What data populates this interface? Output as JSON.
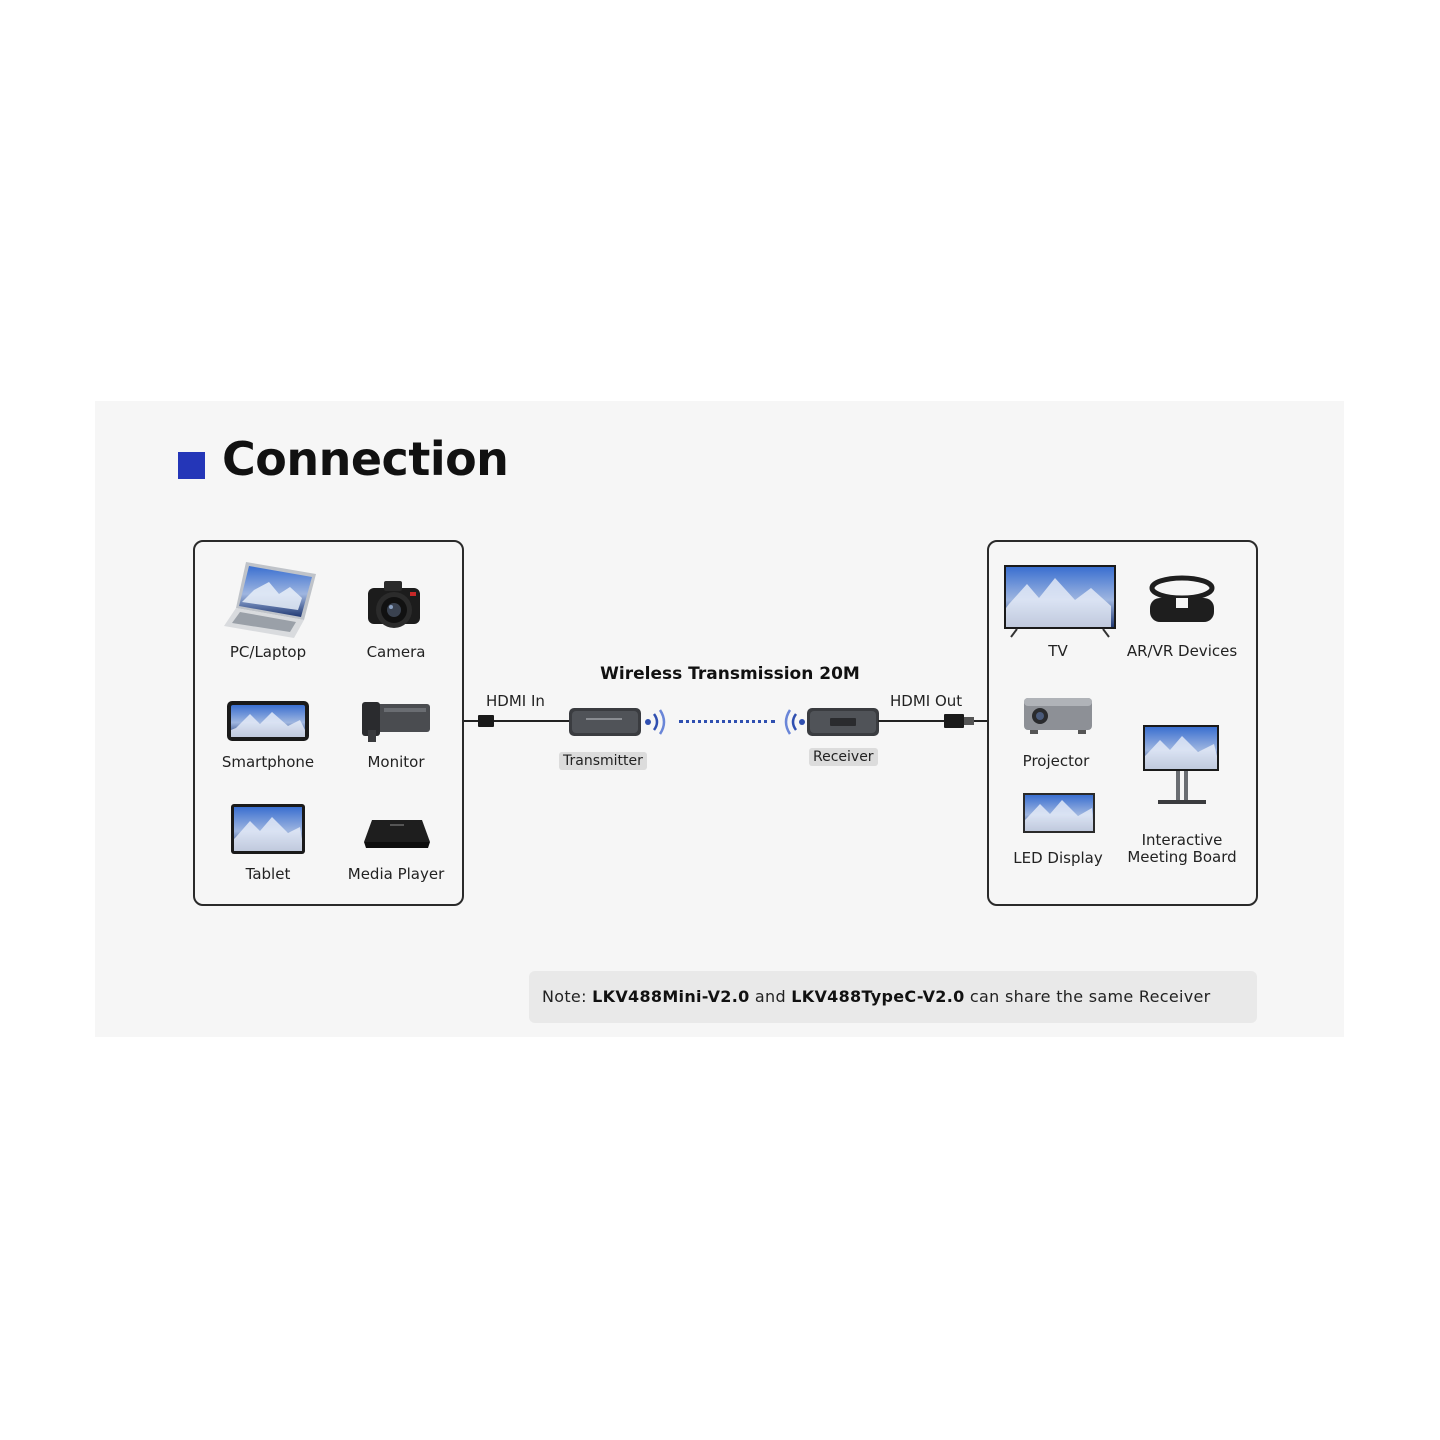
{
  "title": "Connection",
  "source_devices": [
    {
      "label": "PC/Laptop",
      "icon": "laptop-icon"
    },
    {
      "label": "Camera",
      "icon": "camera-icon"
    },
    {
      "label": "Smartphone",
      "icon": "smartphone-icon"
    },
    {
      "label": "Monitor",
      "icon": "security-camera-icon"
    },
    {
      "label": "Tablet",
      "icon": "tablet-icon"
    },
    {
      "label": "Media Player",
      "icon": "media-player-icon"
    }
  ],
  "display_devices": [
    {
      "label": "TV",
      "icon": "tv-icon"
    },
    {
      "label": "AR/VR Devices",
      "icon": "vr-headset-icon"
    },
    {
      "label": "Projector",
      "icon": "projector-icon"
    },
    {
      "label": "LED Display",
      "icon": "led-display-icon"
    },
    {
      "label": "Interactive\nMeeting Board",
      "icon": "meeting-board-icon"
    }
  ],
  "link": {
    "wireless_label": "Wireless Transmission 20M",
    "hdmi_in": "HDMI In",
    "hdmi_out": "HDMI Out",
    "transmitter": "Transmitter",
    "receiver": "Receiver"
  },
  "note": {
    "prefix": "Note: ",
    "model_a": "LKV488Mini-V2.0",
    "middle": " and ",
    "model_b": "LKV488TypeC-V2.0",
    "suffix": " can share the same Receiver"
  },
  "colors": {
    "accent": "#2436b8",
    "signal": "#2f4fb0",
    "panel": "#f6f6f6"
  }
}
